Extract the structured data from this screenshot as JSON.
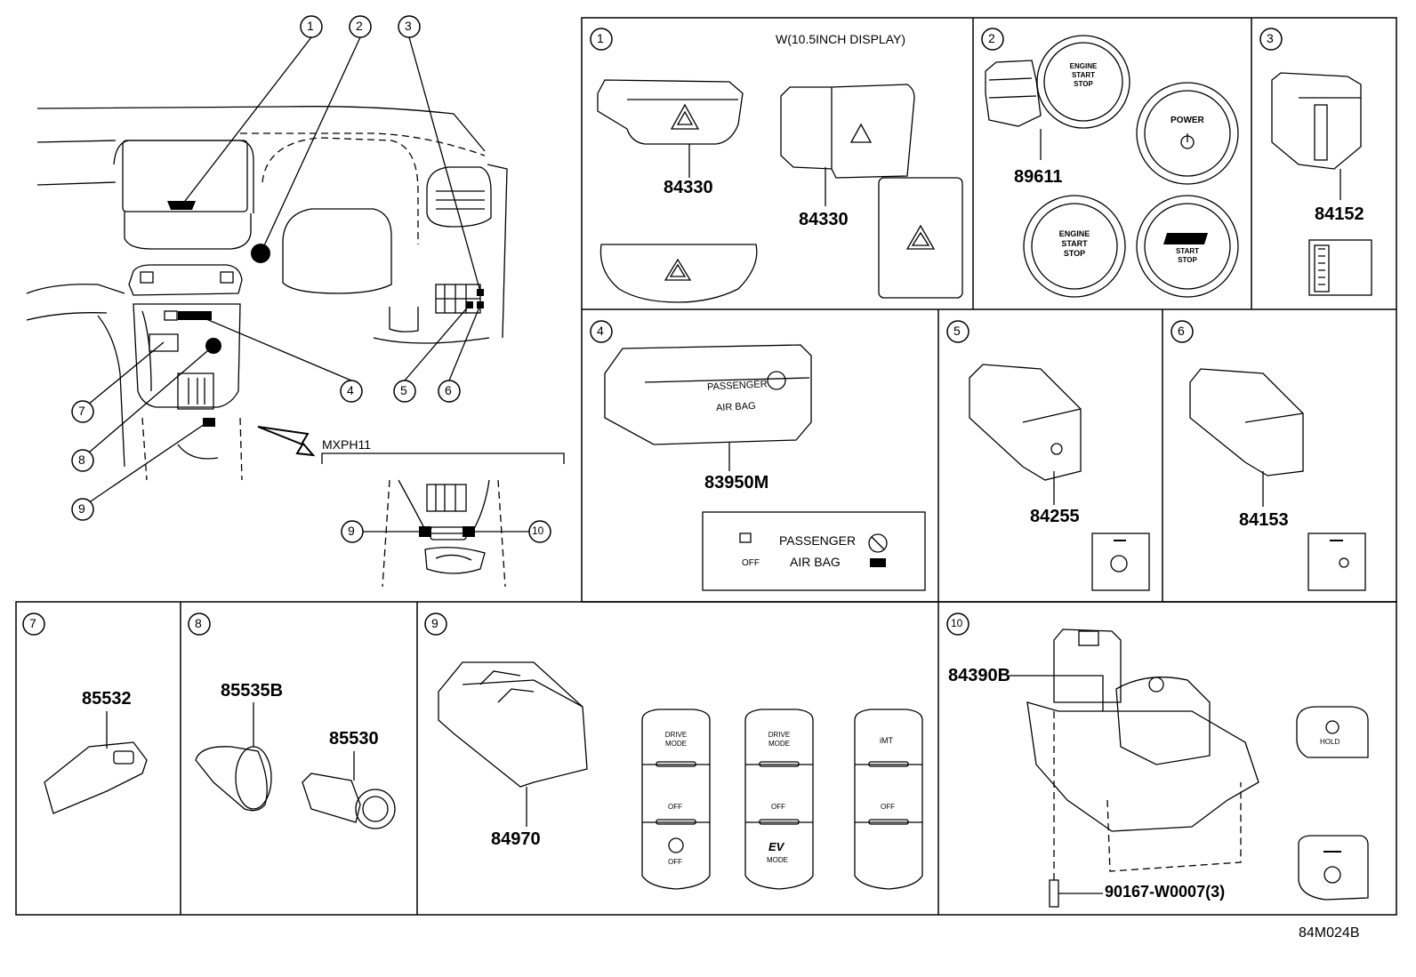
{
  "callouts": [
    "1",
    "2",
    "3",
    "4",
    "5",
    "6",
    "7",
    "8",
    "9",
    "10"
  ],
  "overview": {
    "model_label": "MXPH11"
  },
  "panels": {
    "p1": {
      "num": "1",
      "note": "W(10.5INCH DISPLAY)",
      "parts": [
        "84330",
        "84330"
      ]
    },
    "p2": {
      "num": "2",
      "parts": [
        "89611"
      ],
      "button_texts": {
        "power": "POWER",
        "engine_start_stop": [
          "ENGINE",
          "START",
          "STOP"
        ],
        "gr_start_stop": [
          "START",
          "STOP"
        ]
      }
    },
    "p3": {
      "num": "3",
      "parts": [
        "84152"
      ]
    },
    "p4": {
      "num": "4",
      "parts": [
        "83950M"
      ],
      "label_line1": "PASSENGER",
      "label_line2": "AIR BAG",
      "off_text": "OFF"
    },
    "p5": {
      "num": "5",
      "parts": [
        "84255"
      ]
    },
    "p6": {
      "num": "6",
      "parts": [
        "84153"
      ]
    },
    "p7": {
      "num": "7",
      "parts": [
        "85532"
      ]
    },
    "p8": {
      "num": "8",
      "parts": [
        "85535B",
        "85530"
      ]
    },
    "p9": {
      "num": "9",
      "parts": [
        "84970"
      ],
      "switch_texts": {
        "drive_mode": [
          "DRIVE",
          "MODE"
        ],
        "off": "OFF",
        "ev": "EV",
        "mode": "MODE",
        "imt": "iMT"
      }
    },
    "p10": {
      "num": "10",
      "parts": [
        "84390B",
        "90167-W0007(3)"
      ],
      "hold": "HOLD"
    }
  },
  "figure_code": "84M024B"
}
